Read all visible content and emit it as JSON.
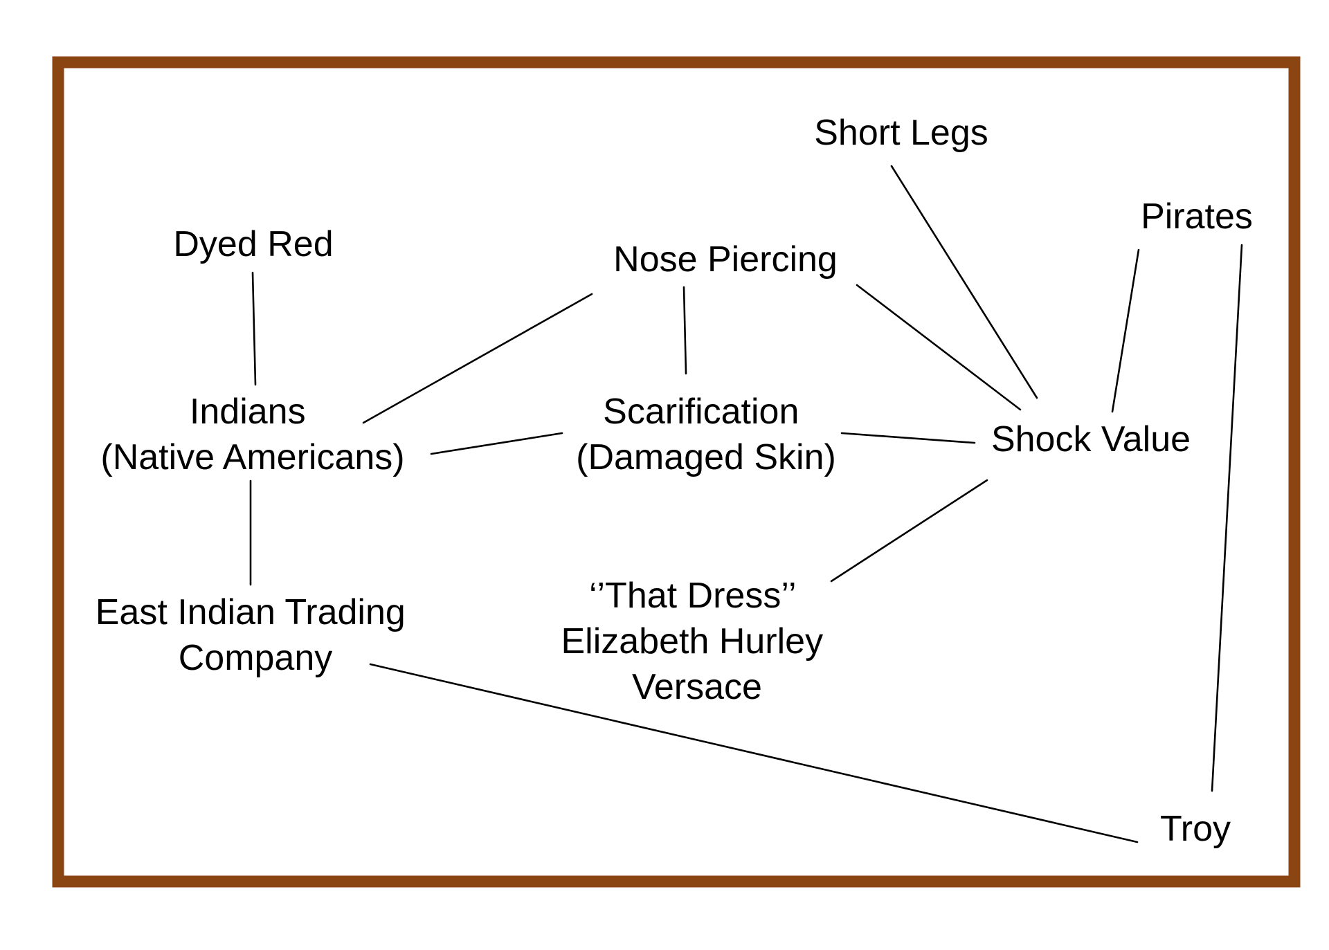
{
  "diagram": {
    "frame_color": "#8B4513",
    "line_color": "#000000",
    "nodes": {
      "short_legs": {
        "lines": [
          "Short Legs"
        ]
      },
      "pirates": {
        "lines": [
          "Pirates"
        ]
      },
      "dyed_red": {
        "lines": [
          "Dyed Red"
        ]
      },
      "nose_piercing": {
        "lines": [
          "Nose Piercing"
        ]
      },
      "indians": {
        "lines": [
          "Indians",
          "(Native Americans)"
        ]
      },
      "scarification": {
        "lines": [
          "Scarification",
          "(Damaged Skin)"
        ]
      },
      "shock_value": {
        "lines": [
          "Shock Value"
        ]
      },
      "east_indian": {
        "lines": [
          "East Indian Trading",
          "Company"
        ]
      },
      "that_dress": {
        "lines": [
          "‘’That Dress’’",
          "Elizabeth Hurley",
          "Versace"
        ]
      },
      "troy": {
        "lines": [
          "Troy"
        ]
      }
    },
    "edges": [
      [
        "dyed_red",
        "indians"
      ],
      [
        "indians",
        "nose_piercing"
      ],
      [
        "indians",
        "scarification"
      ],
      [
        "indians",
        "east_indian"
      ],
      [
        "nose_piercing",
        "scarification"
      ],
      [
        "nose_piercing",
        "shock_value"
      ],
      [
        "short_legs",
        "shock_value"
      ],
      [
        "pirates",
        "shock_value"
      ],
      [
        "pirates",
        "troy"
      ],
      [
        "scarification",
        "shock_value"
      ],
      [
        "shock_value",
        "that_dress"
      ],
      [
        "east_indian",
        "troy"
      ]
    ]
  }
}
